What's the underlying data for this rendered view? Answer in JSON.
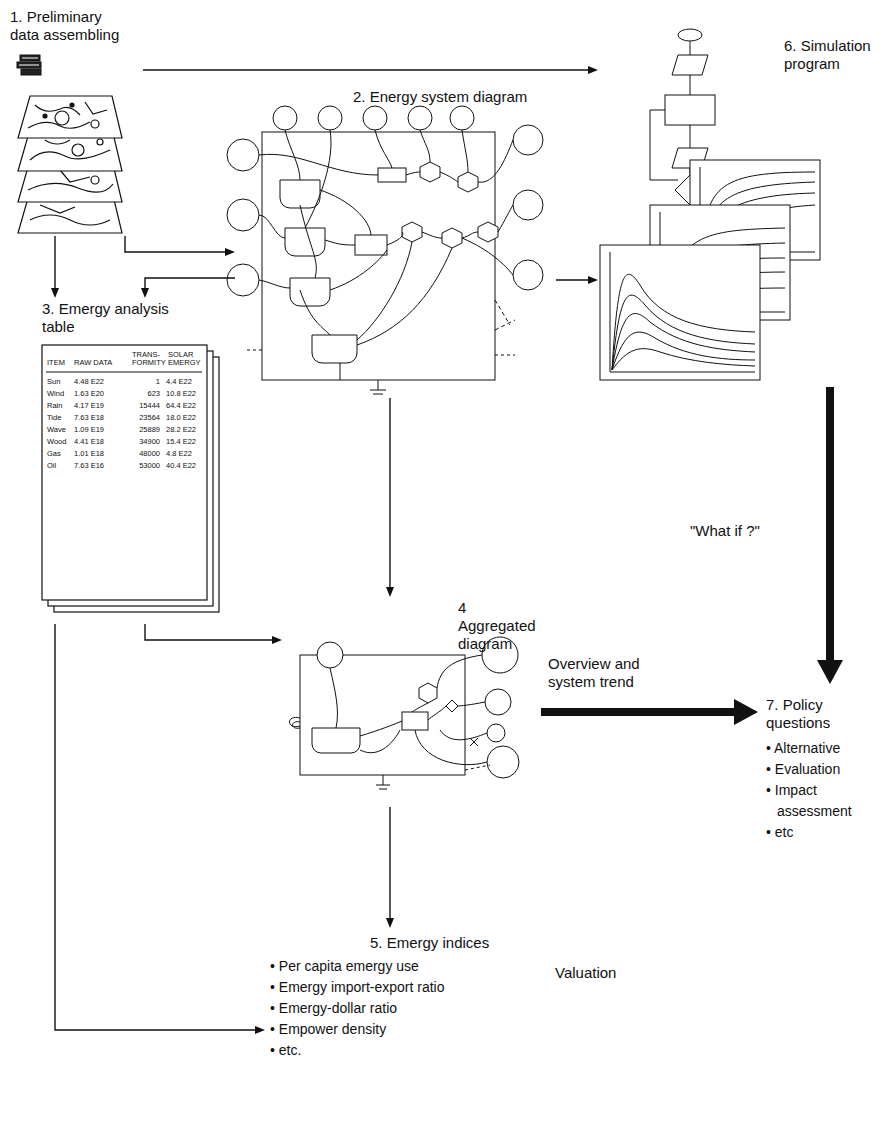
{
  "diagram": {
    "nodes": [
      {
        "text": [
          "1. Preliminary data assembling"
        ]
      },
      {
        "text": [
          "2. Energy system diagram"
        ]
      },
      {
        "text": [
          "3. Emergy analysis table"
        ]
      },
      {
        "text": [
          "4 Aggregated diagram"
        ]
      },
      {
        "text": [
          "5. Emergy indices",
          "• Per capita emergy use",
          "• Emergy import-export ratio",
          "• Emergy-dollar ratio",
          "• Empower density",
          "• etc."
        ]
      },
      {
        "text": [
          "6. Simulation program"
        ]
      },
      {
        "text": [
          "7. Policy questions",
          "• Alternative",
          "• Evaluation",
          "• Impact assessment",
          "• etc"
        ]
      }
    ],
    "edges": [
      {
        "from": 0,
        "to": 5,
        "arrow": "to"
      },
      {
        "from": 0,
        "to": 1,
        "arrow": "to"
      },
      {
        "from": 0,
        "to": 2,
        "arrow": "to"
      },
      {
        "from": 1,
        "to": 2,
        "arrow": "to"
      },
      {
        "from": 1,
        "to": 5,
        "arrow": "to"
      },
      {
        "from": 1,
        "to": 3,
        "arrow": "to"
      },
      {
        "from": 2,
        "to": 3,
        "arrow": "to"
      },
      {
        "from": 2,
        "to": 4,
        "arrow": "to"
      },
      {
        "from": 3,
        "to": 4,
        "arrow": "to"
      },
      {
        "from": 3,
        "to": 6,
        "label": "Overview and system trend",
        "arrow": "to"
      },
      {
        "from": 5,
        "to": 6,
        "label": "\"What if ?\"",
        "arrow": "to"
      }
    ],
    "labels": [
      "ITEM",
      "RAW DATA",
      "TRANS- FORMITY",
      "SOLAR EMERGY",
      "Sun",
      "4.48 E22",
      "1",
      "4.4 E22",
      "Wind",
      "1.63 E20",
      "623",
      "10.8 E22",
      "Rain",
      "4.17 E19",
      "15444",
      "64.4 E22",
      "Tide",
      "7.63 E18",
      "23564",
      "18.0 E22",
      "Wave",
      "1.09 E19",
      "25889",
      "28.2 E22",
      "Wood",
      "4.41 E18",
      "34900",
      "15.4 E22",
      "Gas",
      "1.01 E18",
      "48000",
      "4.8 E22",
      "Oil",
      "7.63 E16",
      "53000",
      "40.4 E22",
      "Valuation"
    ]
  }
}
